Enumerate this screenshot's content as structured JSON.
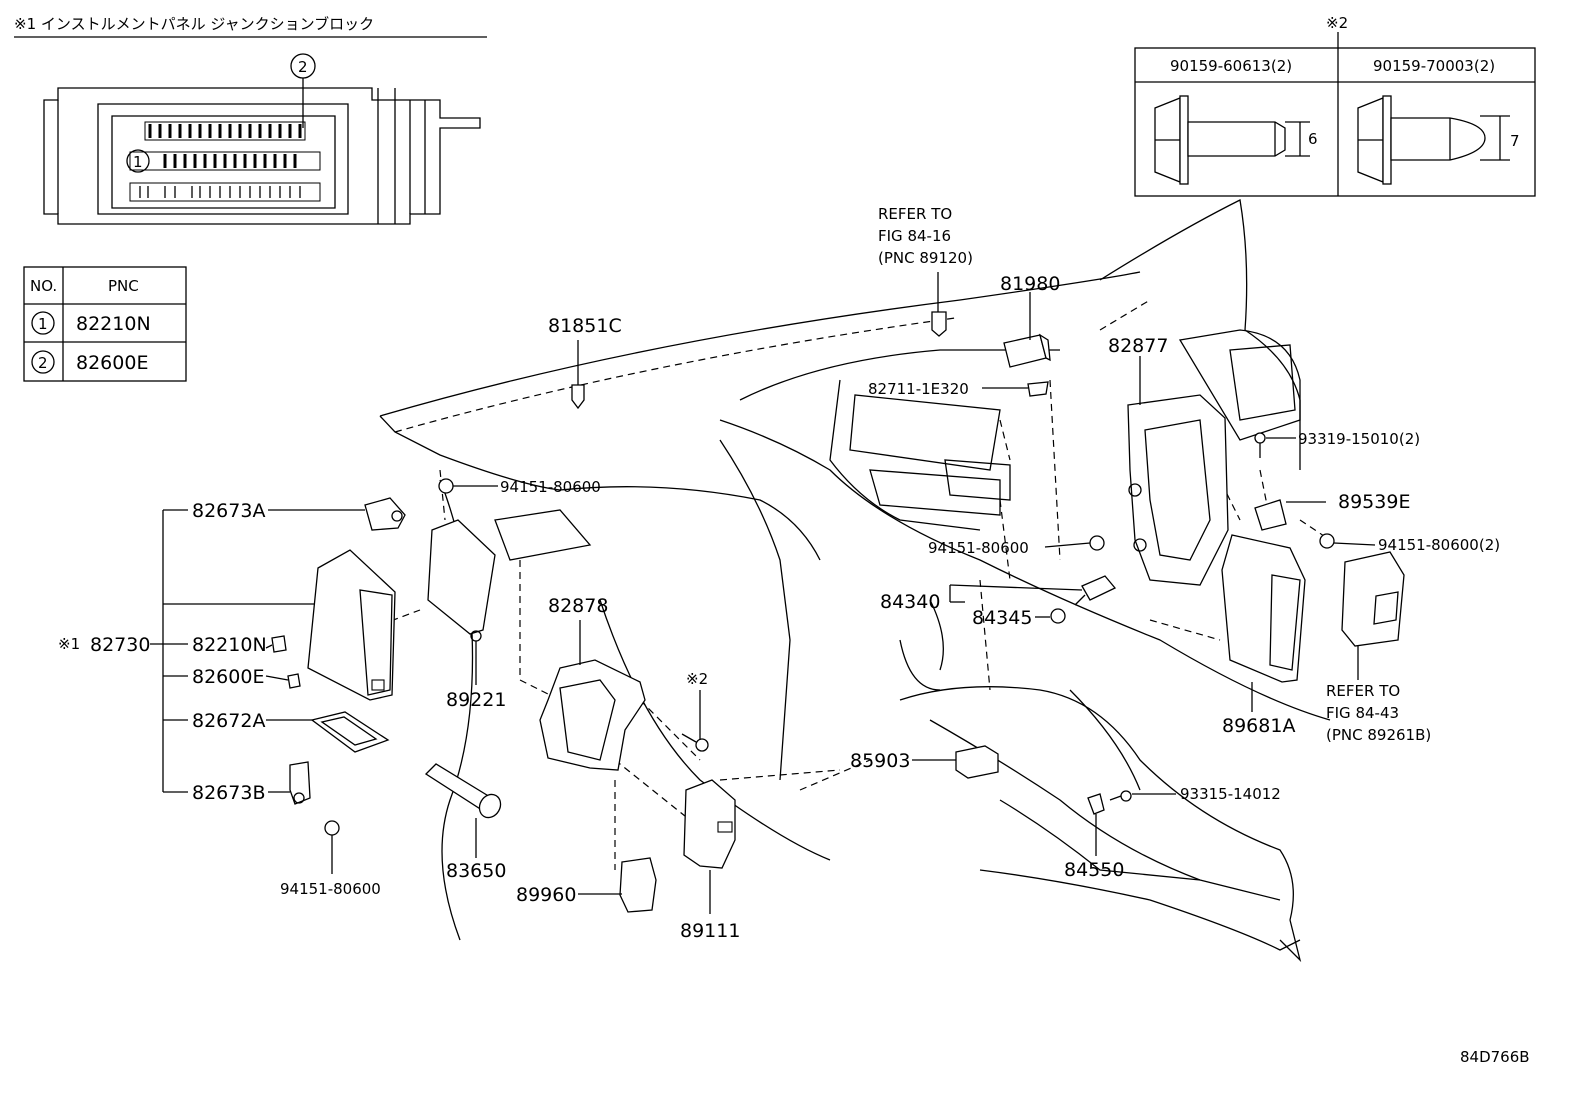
{
  "header": {
    "title": "※1 インストルメントパネル ジャンクションブロック",
    "marker2": "※2"
  },
  "pnc_table": {
    "headers": [
      "NO.",
      "PNC"
    ],
    "rows": [
      {
        "no": "1",
        "pnc": "82210N"
      },
      {
        "no": "2",
        "pnc": "82600E"
      }
    ]
  },
  "bolt_table": {
    "headers": [
      "90159-60613(2)",
      "90159-70003(2)"
    ],
    "dims": [
      "6",
      "7"
    ]
  },
  "refs": {
    "ref1": [
      "REFER TO",
      "FIG 84-16",
      "(PNC 89120)"
    ],
    "ref2": [
      "REFER TO",
      "FIG 84-43",
      "(PNC 89261B)"
    ]
  },
  "labels": {
    "p81980": "81980",
    "p81851C": "81851C",
    "p82877": "82877",
    "p82711": "82711-1E320",
    "p93319": "93319-15010(2)",
    "p94151a": "94151-80600",
    "p89539E": "89539E",
    "p82673A": "82673A",
    "p94151b": "94151-80600",
    "p94151c": "94151-80600(2)",
    "p82878": "82878",
    "p84340": "84340",
    "p84345": "84345",
    "p82730_mark": "※1",
    "p82730": "82730",
    "p82210N": "82210N",
    "p82600E": "82600E",
    "p89221": "89221",
    "p89681A": "89681A",
    "p82672A": "82672A",
    "mark2": "※2",
    "p85903": "85903",
    "p82673B": "82673B",
    "p93315": "93315-14012",
    "p83650": "83650",
    "p84550": "84550",
    "p94151d": "94151-80600",
    "p89960": "89960",
    "p89111": "89111"
  },
  "diagram_id": "84D766B"
}
